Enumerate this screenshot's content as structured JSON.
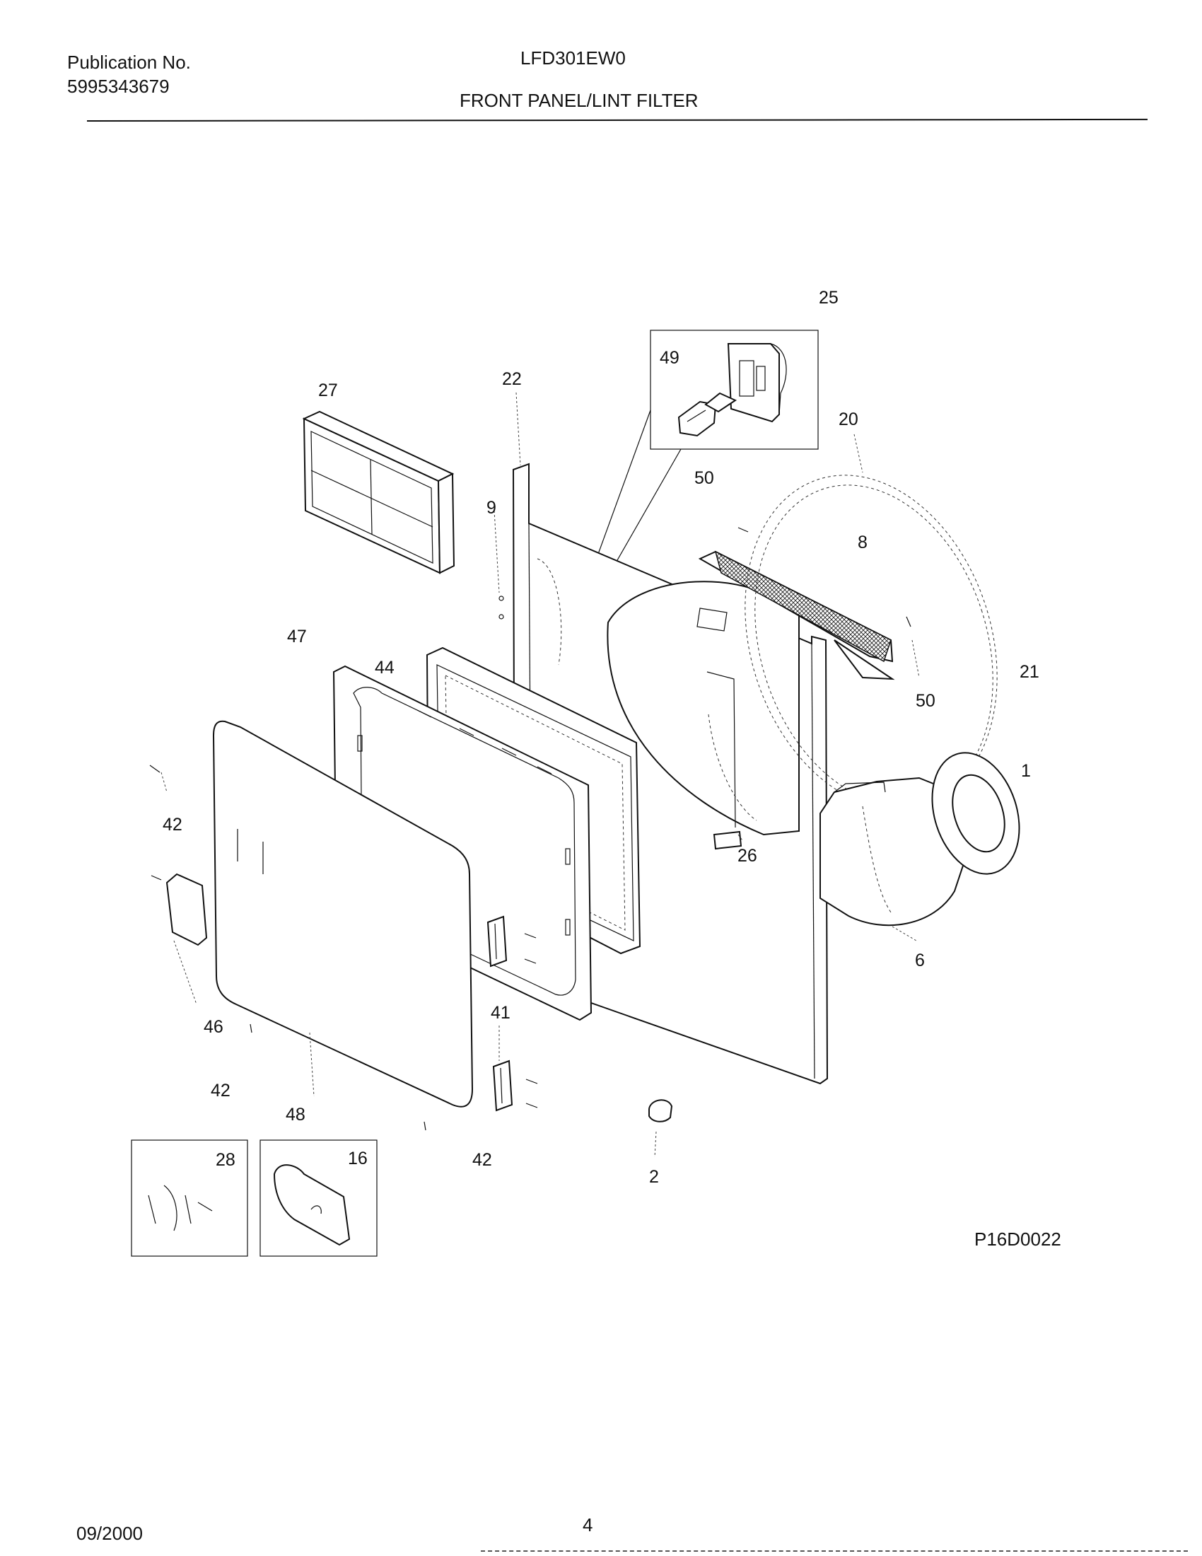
{
  "header": {
    "publication_label": "Publication No.",
    "publication_number": "5995343679",
    "model": "LFD301EW0",
    "section_title": "FRONT PANEL/LINT FILTER"
  },
  "diagram": {
    "drawing_code": "P16D0022",
    "callouts": {
      "c25": "25",
      "c49": "49",
      "c27": "27",
      "c22": "22",
      "c20": "20",
      "c50a": "50",
      "c9": "9",
      "c8": "8",
      "c47": "47",
      "c44": "44",
      "c21": "21",
      "c50b": "50",
      "c1": "1",
      "c42a": "42",
      "c26": "26",
      "c6": "6",
      "c46": "46",
      "c41": "41",
      "c42b": "42",
      "c48": "48",
      "c28": "28",
      "c16": "16",
      "c42c": "42",
      "c2": "2"
    }
  },
  "footer": {
    "date": "09/2000",
    "page": "4"
  }
}
